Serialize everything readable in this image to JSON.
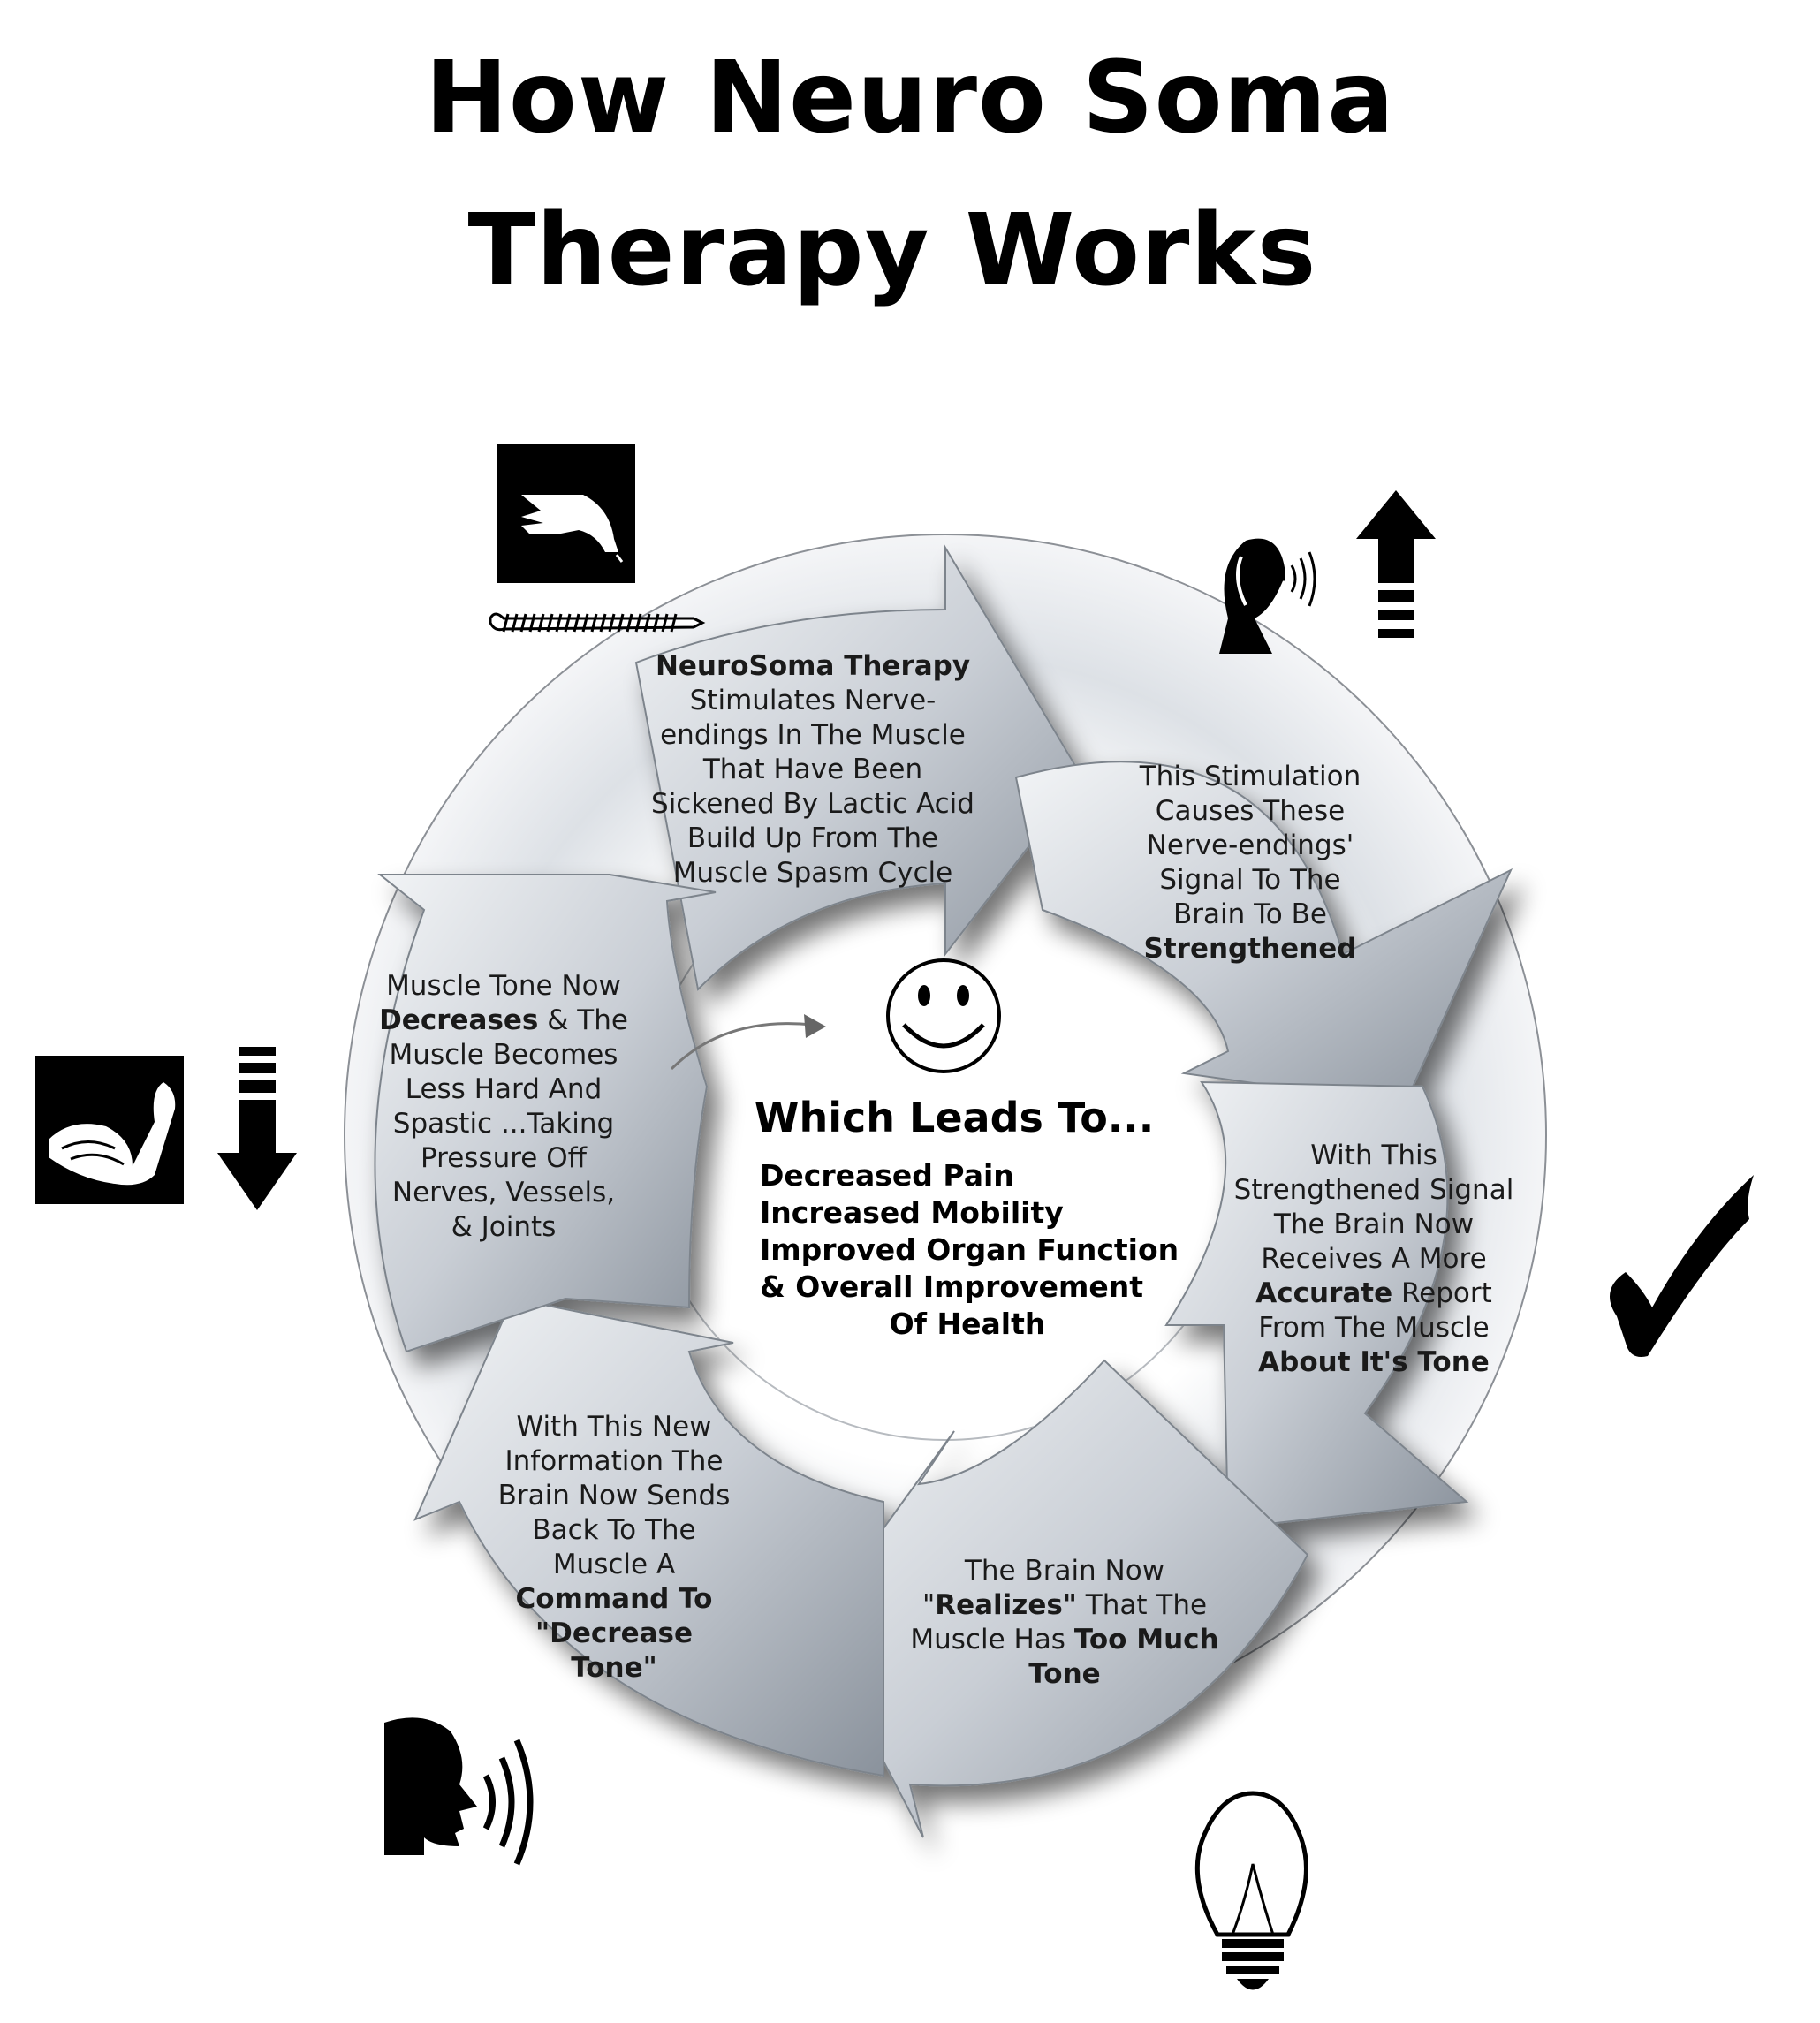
{
  "title": {
    "line1": "How Neuro Soma",
    "line2": "Therapy Works"
  },
  "steps": [
    {
      "id": "stimulate",
      "lines": [
        {
          "bold": "NeuroSoma  Therapy"
        },
        {
          "text": "Stimulates Nerve-"
        },
        {
          "text": "endings In The Muscle"
        },
        {
          "text": "That Have Been"
        },
        {
          "text": "Sickened By Lactic Acid"
        },
        {
          "text": "Build Up From The"
        },
        {
          "text": "Muscle Spasm Cycle"
        }
      ],
      "icon": "finger-press-icon"
    },
    {
      "id": "signal",
      "lines": [
        {
          "text": "This Stimulation"
        },
        {
          "text": "Causes These"
        },
        {
          "text": "Nerve-endings'"
        },
        {
          "text": "Signal To The"
        },
        {
          "text": "Brain To Be"
        },
        {
          "bold": "Strengthened"
        }
      ],
      "icon": "satellite-dish-icon"
    },
    {
      "id": "accurate",
      "lines": [
        {
          "text": "With This"
        },
        {
          "text": "Strengthened Signal"
        },
        {
          "text": "The Brain Now"
        },
        {
          "text": "Receives A More"
        },
        {
          "bold": "Accurate",
          "text_after": "  Report"
        },
        {
          "text": "From The Muscle"
        },
        {
          "bold": "About It's Tone"
        }
      ],
      "icon": "checkmark-icon"
    },
    {
      "id": "realizes",
      "lines": [
        {
          "text": "The Brain Now"
        },
        {
          "text_before": "\"",
          "bold": "Realizes\"",
          "text_after": "  That The"
        },
        {
          "text_before": "Muscle Has ",
          "bold": "Too Much"
        },
        {
          "bold": "Tone"
        }
      ],
      "icon": "lightbulb-icon"
    },
    {
      "id": "command",
      "lines": [
        {
          "text": "With This New"
        },
        {
          "text": "Information The"
        },
        {
          "text": "Brain Now Sends"
        },
        {
          "text": "Back To The"
        },
        {
          "text": "Muscle A"
        },
        {
          "bold": "Command To"
        },
        {
          "bold": "\"Decrease"
        },
        {
          "bold": "Tone\""
        }
      ],
      "icon": "speaking-head-icon"
    },
    {
      "id": "decreases",
      "lines": [
        {
          "text": "Muscle Tone Now"
        },
        {
          "bold": "Decreases",
          "text_after": " & The"
        },
        {
          "text": "Muscle Becomes"
        },
        {
          "text": "Less Hard And"
        },
        {
          "text": "Spastic ...Taking"
        },
        {
          "text": "Pressure Off"
        },
        {
          "text": "Nerves, Vessels,"
        },
        {
          "text": "& Joints"
        }
      ],
      "icon": "flexed-arm-icon"
    }
  ],
  "center": {
    "heading": "Which Leads To...",
    "outcomes": [
      "Decreased  Pain",
      "Increased Mobility",
      "Improved Organ Function",
      "& Overall Improvement",
      "Of Health"
    ],
    "icon": "smiley-face-icon"
  }
}
